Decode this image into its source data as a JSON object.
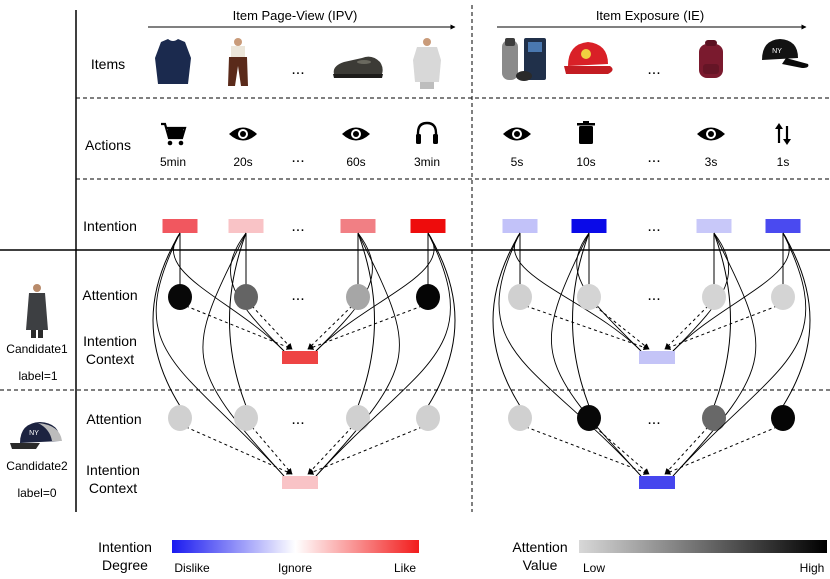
{
  "sections": {
    "ipv_title": "Item Page-View (IPV)",
    "ie_title": "Item Exposure (IE)"
  },
  "rows": {
    "items": "Items",
    "actions": "Actions",
    "intention": "Intention",
    "attention": "Attention",
    "intention_context_1": "Intention",
    "intention_context_2": "Context"
  },
  "ellipsis": "...",
  "items": {
    "ipv": [
      "sweater",
      "trousers",
      "loafer-shoe",
      "long-sleeve-shirt"
    ],
    "ie": [
      "electric-shaver",
      "red-baseball-cap",
      "backpack",
      "black-baseball-cap"
    ]
  },
  "actions": {
    "ipv": [
      {
        "icon": "cart-icon",
        "time": "5min"
      },
      {
        "icon": "eye-icon",
        "time": "20s"
      },
      {
        "icon": "eye-icon",
        "time": "60s"
      },
      {
        "icon": "headphones-icon",
        "time": "3min"
      }
    ],
    "ie": [
      {
        "icon": "eye-icon",
        "time": "5s"
      },
      {
        "icon": "trash-icon",
        "time": "10s"
      },
      {
        "icon": "eye-icon",
        "time": "3s"
      },
      {
        "icon": "sort-arrows-icon",
        "time": "1s"
      }
    ]
  },
  "intention_colors": {
    "ipv": [
      "#f1575f",
      "#f9c3c6",
      "#f17f84",
      "#ee0c0c"
    ],
    "ie": [
      "#c2c2f9",
      "#0a0ae8",
      "#c8c8f9",
      "#4a4af0"
    ]
  },
  "candidates": [
    {
      "name": "Candidate1",
      "label": "label=1",
      "image": "man-in-coat",
      "attention_colors": {
        "ipv": [
          "#080808",
          "#646464",
          "#a6a6a6",
          "#050505"
        ],
        "ie": [
          "#d0d0d0",
          "#d4d4d4",
          "#d4d4d4",
          "#d4d4d4"
        ]
      },
      "context_color": {
        "ipv": "#ee4444",
        "ie": "#c4c4f7"
      }
    },
    {
      "name": "Candidate2",
      "label": "label=0",
      "image": "baseball-cap",
      "attention_colors": {
        "ipv": [
          "#d0d0d0",
          "#d0d0d0",
          "#d0d0d0",
          "#d0d0d0"
        ],
        "ie": [
          "#d0d0d0",
          "#080808",
          "#686868",
          "#050505"
        ]
      },
      "context_color": {
        "ipv": "#f9c3c6",
        "ie": "#4646ee"
      }
    }
  ],
  "legend": {
    "intention": {
      "title_1": "Intention",
      "title_2": "Degree",
      "low": "Dislike",
      "mid": "Ignore",
      "high": "Like",
      "gradient": [
        "#1a1af0",
        "#ffffff",
        "#f21c1c"
      ]
    },
    "attention": {
      "title_1": "Attention",
      "title_2": "Value",
      "low": "Low",
      "high": "High",
      "gradient": [
        "#d8d8d8",
        "#000000"
      ]
    }
  }
}
